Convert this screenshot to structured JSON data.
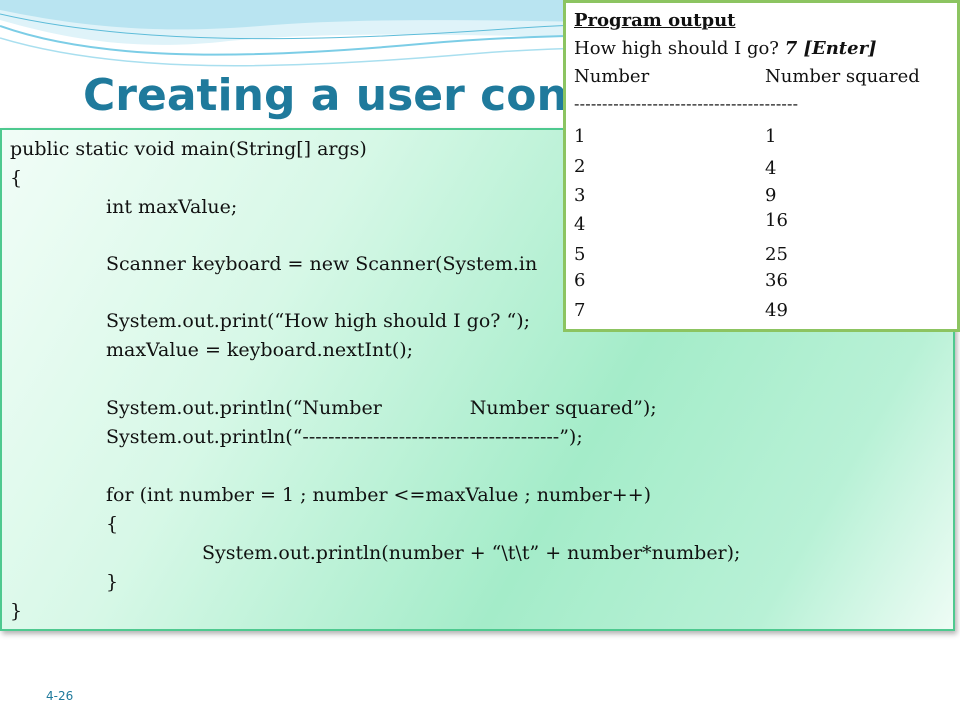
{
  "slide": {
    "title": "Creating a user contro",
    "slide_number": "4-26"
  },
  "code": {
    "lines": [
      "public static void main(String[] args)",
      "{",
      "int maxValue;",
      "Scanner keyboard = new Scanner(System.in",
      "System.out.print(“How high should I go? “);",
      "maxValue = keyboard.nextInt();",
      "System.out.println(“Number",
      "Number squared”);",
      "System.out.println(“----------------------------------------”);",
      "for (int number = 1 ; number <=maxValue ; number++)",
      "{",
      "System.out.println(number  +  “\\t\\t” + number*number);",
      "}",
      "}"
    ]
  },
  "output": {
    "heading": "Program output",
    "prompt": "How high should I go?",
    "input": "7 [Enter]",
    "col1_header": "Number",
    "col2_header": "Number squared",
    "divider": "----------------------------------------",
    "rows": [
      {
        "n": "1",
        "sq": "1"
      },
      {
        "n": "2",
        "sq": "4"
      },
      {
        "n": "3",
        "sq": "9"
      },
      {
        "n": "4",
        "sq": "16"
      },
      {
        "n": "5",
        "sq": "25"
      },
      {
        "n": "6",
        "sq": "36"
      },
      {
        "n": "7",
        "sq": "49"
      }
    ]
  },
  "theme": {
    "title_color": "#1f7a9c",
    "code_border": "#4ec98f",
    "output_border": "#8cc461"
  }
}
